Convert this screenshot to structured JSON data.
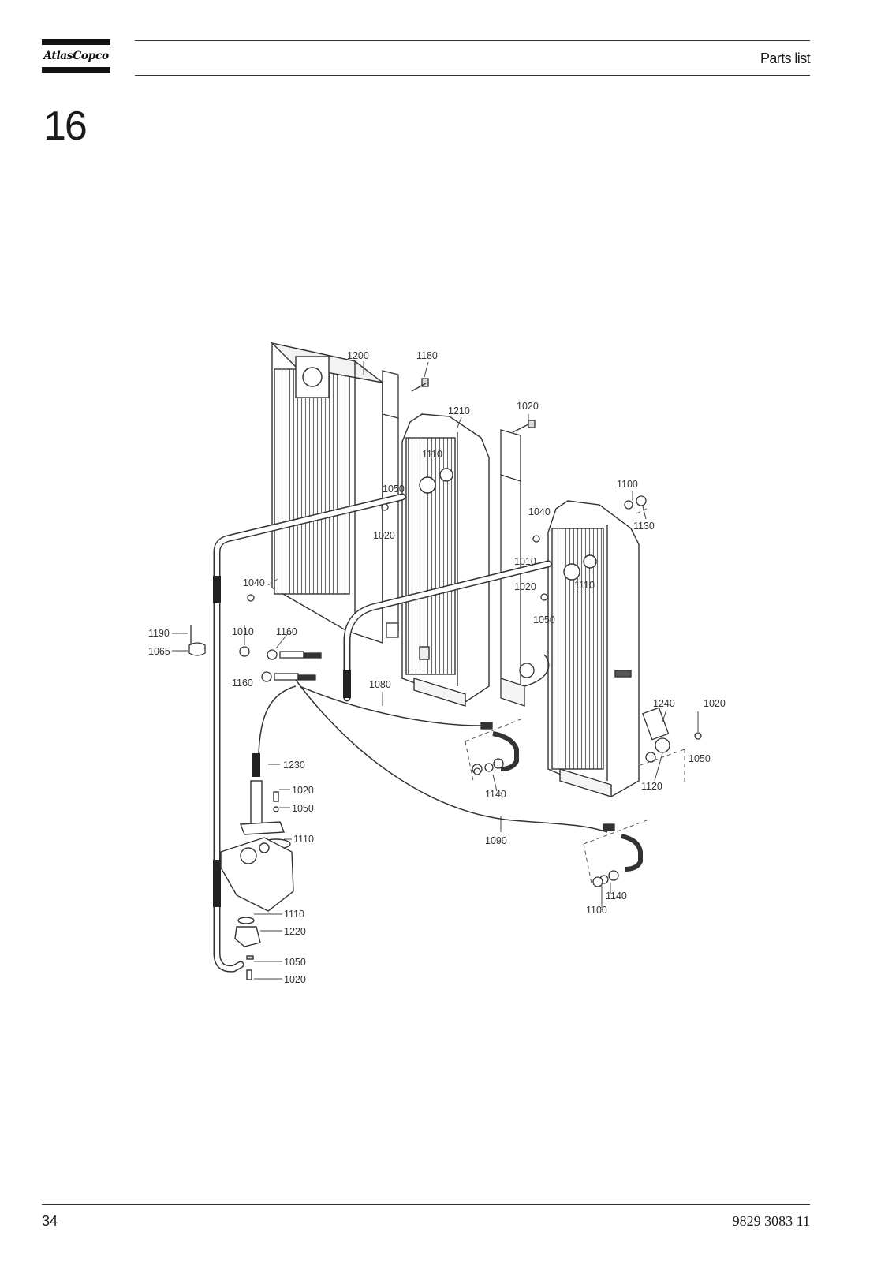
{
  "header": {
    "brand": "AtlasCopco",
    "label": "Parts list"
  },
  "section_number": "16",
  "diagram": {
    "labels": [
      "1200",
      "1180",
      "1210",
      "1020",
      "1110",
      "1050",
      "1020",
      "1100",
      "1130",
      "1040",
      "1010",
      "1020",
      "1110",
      "1050",
      "1040",
      "1010",
      "1160",
      "1190",
      "1065",
      "1160",
      "1080",
      "1240",
      "1020",
      "1050",
      "1120",
      "1140",
      "1230",
      "1020",
      "1050",
      "1110",
      "1090",
      "1140",
      "1100",
      "1110",
      "1220",
      "1050",
      "1020"
    ]
  },
  "footer": {
    "page_number": "34",
    "document_number": "9829 3083 11"
  }
}
